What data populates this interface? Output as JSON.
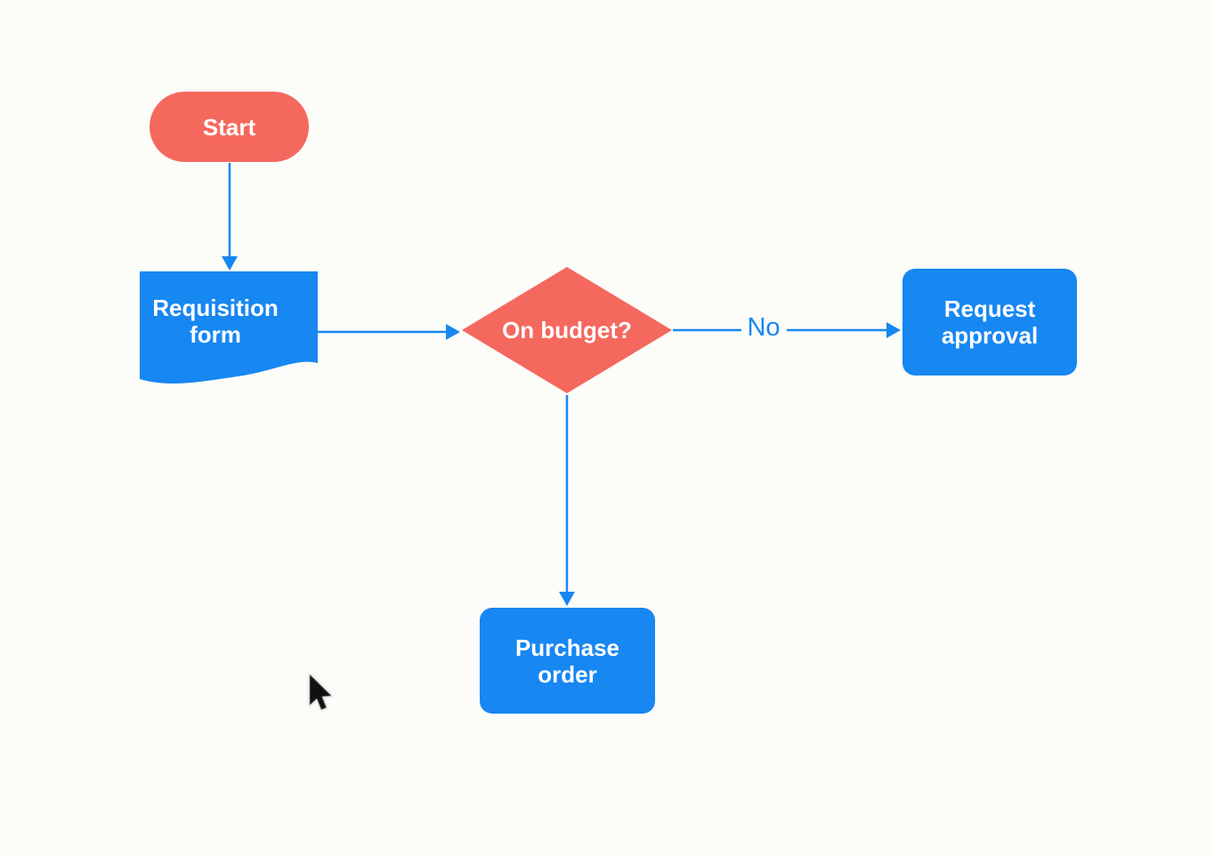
{
  "app": {
    "background": "#FCFCF9"
  },
  "colors": {
    "terminator_fill": "#F5685E",
    "decision_fill": "#F5685E",
    "process_fill": "#1787F2",
    "connector": "#1787F2",
    "node_text": "#FFFFFF",
    "edge_label_text": "#1787F2",
    "cursor_fill": "#111111"
  },
  "nodes": {
    "start": {
      "type": "terminator",
      "label": "Start"
    },
    "requisition_form": {
      "type": "document",
      "label": "Requisition form"
    },
    "on_budget": {
      "type": "decision",
      "label": "On budget?"
    },
    "request_approval": {
      "type": "process",
      "label": "Request approval"
    },
    "purchase_order": {
      "type": "process",
      "label": "Purchase order"
    }
  },
  "edges": {
    "decision_to_approval": {
      "label": "No"
    }
  }
}
